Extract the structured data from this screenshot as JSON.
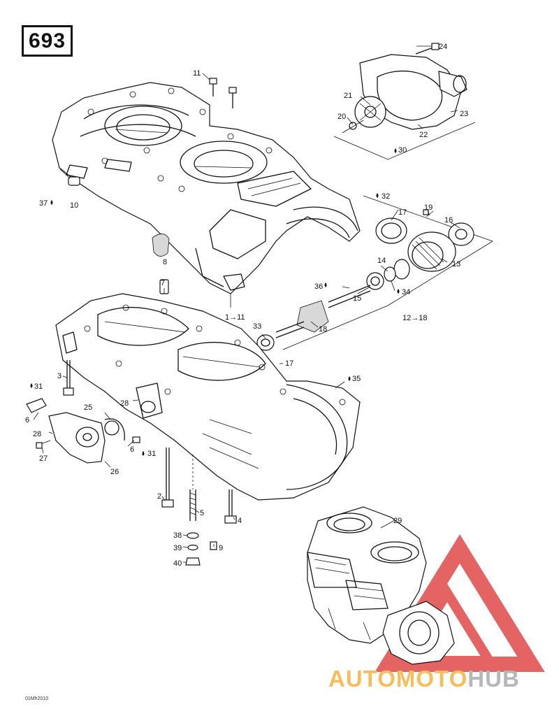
{
  "page_number": "693",
  "reference_code": "01Mh2010",
  "watermark": {
    "part1": "AUTOMOTO",
    "part2": "HUB",
    "color1": "#f5bd5b",
    "color2": "#b7b7b7",
    "logo_color": "#d93434"
  },
  "callouts": [
    {
      "id": "c24",
      "label": "24"
    },
    {
      "id": "c11",
      "label": "11"
    },
    {
      "id": "c21",
      "label": "21"
    },
    {
      "id": "c20",
      "label": "20"
    },
    {
      "id": "c23",
      "label": "23"
    },
    {
      "id": "c22",
      "label": "22"
    },
    {
      "id": "c30",
      "label": "30"
    },
    {
      "id": "c37",
      "label": "37"
    },
    {
      "id": "c10",
      "label": "10"
    },
    {
      "id": "c32",
      "label": "32"
    },
    {
      "id": "c19",
      "label": "19"
    },
    {
      "id": "c17a",
      "label": "17"
    },
    {
      "id": "c16",
      "label": "16"
    },
    {
      "id": "c8",
      "label": "8"
    },
    {
      "id": "c14",
      "label": "14"
    },
    {
      "id": "c13",
      "label": "13"
    },
    {
      "id": "c7",
      "label": "7"
    },
    {
      "id": "c36",
      "label": "36"
    },
    {
      "id": "c15",
      "label": "15"
    },
    {
      "id": "c34",
      "label": "34"
    },
    {
      "id": "c1_11",
      "label": "1→11"
    },
    {
      "id": "c12_18",
      "label": "12→18"
    },
    {
      "id": "c33",
      "label": "33"
    },
    {
      "id": "c18",
      "label": "18"
    },
    {
      "id": "c17b",
      "label": "17"
    },
    {
      "id": "c35",
      "label": "35"
    },
    {
      "id": "c3",
      "label": "3"
    },
    {
      "id": "c31a",
      "label": "31"
    },
    {
      "id": "c25",
      "label": "25"
    },
    {
      "id": "c28a",
      "label": "28"
    },
    {
      "id": "c6a",
      "label": "6"
    },
    {
      "id": "c28b",
      "label": "28"
    },
    {
      "id": "c6b",
      "label": "6"
    },
    {
      "id": "c31b",
      "label": "31"
    },
    {
      "id": "c27",
      "label": "27"
    },
    {
      "id": "c26",
      "label": "26"
    },
    {
      "id": "c2",
      "label": "2"
    },
    {
      "id": "c5",
      "label": "5"
    },
    {
      "id": "c4",
      "label": "4"
    },
    {
      "id": "c38",
      "label": "38"
    },
    {
      "id": "c39",
      "label": "39"
    },
    {
      "id": "c9",
      "label": "9"
    },
    {
      "id": "c40",
      "label": "40"
    },
    {
      "id": "c29",
      "label": "29"
    }
  ]
}
